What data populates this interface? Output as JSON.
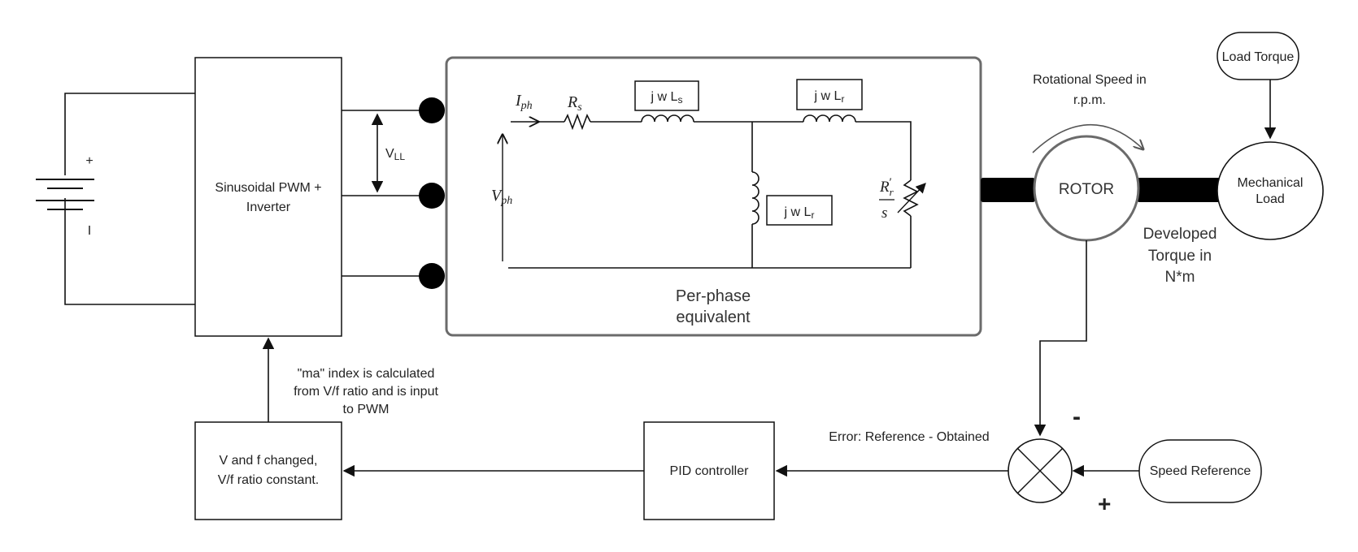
{
  "diagram": {
    "battery": {
      "plus": "+",
      "minus": "I"
    },
    "inverter": {
      "line1": "Sinusoidal PWM +",
      "line2": "Inverter"
    },
    "vll": {
      "main": "V",
      "sub": "LL"
    },
    "equivalent": {
      "iph": {
        "main": "I",
        "sub": "ph"
      },
      "rs": {
        "main": "R",
        "sub": "s"
      },
      "vph": {
        "main": "V",
        "sub": "ph"
      },
      "jwls": {
        "main": "j w L",
        "sub": "s"
      },
      "jwlr_top": {
        "main": "j w L",
        "sub": "r"
      },
      "jwlr_mid": {
        "main": "j w L",
        "sub": "r"
      },
      "rr": {
        "main": "R",
        "sub": "r",
        "prime": "′",
        "den": "s"
      },
      "caption1": "Per-phase",
      "caption2": "equivalent"
    },
    "rotational_speed": {
      "line1": "Rotational Speed in",
      "line2": "r.p.m."
    },
    "rotor": "ROTOR",
    "load_torque": "Load Torque",
    "mechanical_load": {
      "line1": "Mechanical",
      "line2": "Load"
    },
    "developed_torque": {
      "line1": "Developed",
      "line2": "Torque in",
      "line3": "N*m"
    },
    "ma_note": {
      "line1": "\"ma\" index is calculated",
      "line2": "from V/f ratio and is input",
      "line3": "to PWM"
    },
    "vf_box": {
      "line1": "V and f changed,",
      "line2": "V/f ratio constant."
    },
    "pid": "PID controller",
    "error_label": "Error: Reference - Obtained",
    "summing": {
      "minus": "-",
      "plus": "+"
    },
    "speed_reference": "Speed Reference"
  }
}
